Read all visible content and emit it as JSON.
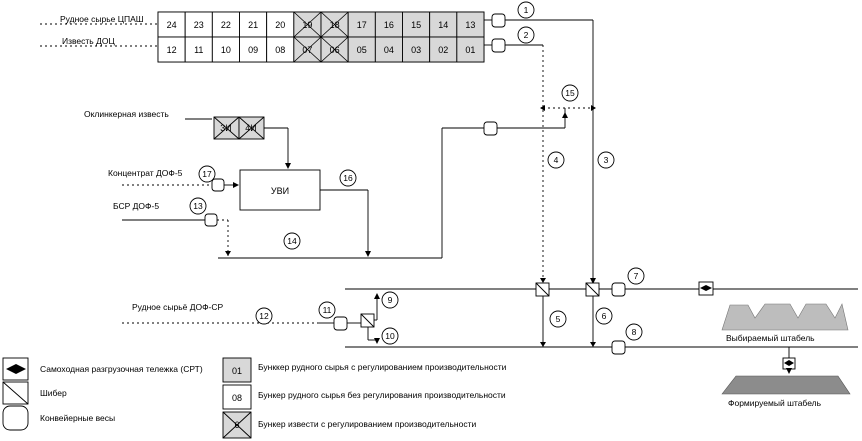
{
  "labels": {
    "ore_row": "Рудное сырье ЦПАШ",
    "lime_row": "Известь ДОЦ",
    "slag_lime": "Оклинкерная известь",
    "concentrate": "Концентрат ДОФ-5",
    "bsr": "БСР ДОФ-5",
    "ore_dof": "Рудное сырьё ДОФ-СР",
    "uvi": "УВИ",
    "extract_stack": "Выбираемый штабель",
    "form_stack": "Формируемый штабель"
  },
  "bunkers_top": [
    "24",
    "23",
    "22",
    "21",
    "20",
    "19",
    "18",
    "17",
    "16",
    "15",
    "14",
    "13"
  ],
  "bunkers_bottom": [
    "12",
    "11",
    "10",
    "09",
    "08",
    "07",
    "06",
    "05",
    "04",
    "03",
    "02",
    "01"
  ],
  "bunkers_uvi": [
    "3И",
    "4И"
  ],
  "numbers": [
    "1",
    "2",
    "3",
    "4",
    "5",
    "6",
    "7",
    "8",
    "9",
    "10",
    "11",
    "12",
    "13",
    "14",
    "15",
    "16",
    "17"
  ],
  "legend": {
    "trolley": "Самоходная разгрузочная тележка (СРТ)",
    "gate": "Шибер",
    "scale": "Конвейерные весы",
    "bunker_reg": "Бунккер рудного сырья с регулированием производительности",
    "bunker_noreg": "Бункер рудного сырья без регулирования производительности",
    "bunker_lime": "Бункер извести с регулированием производительности",
    "sample_reg": "01",
    "sample_noreg": "08",
    "sample_lime": "6"
  }
}
